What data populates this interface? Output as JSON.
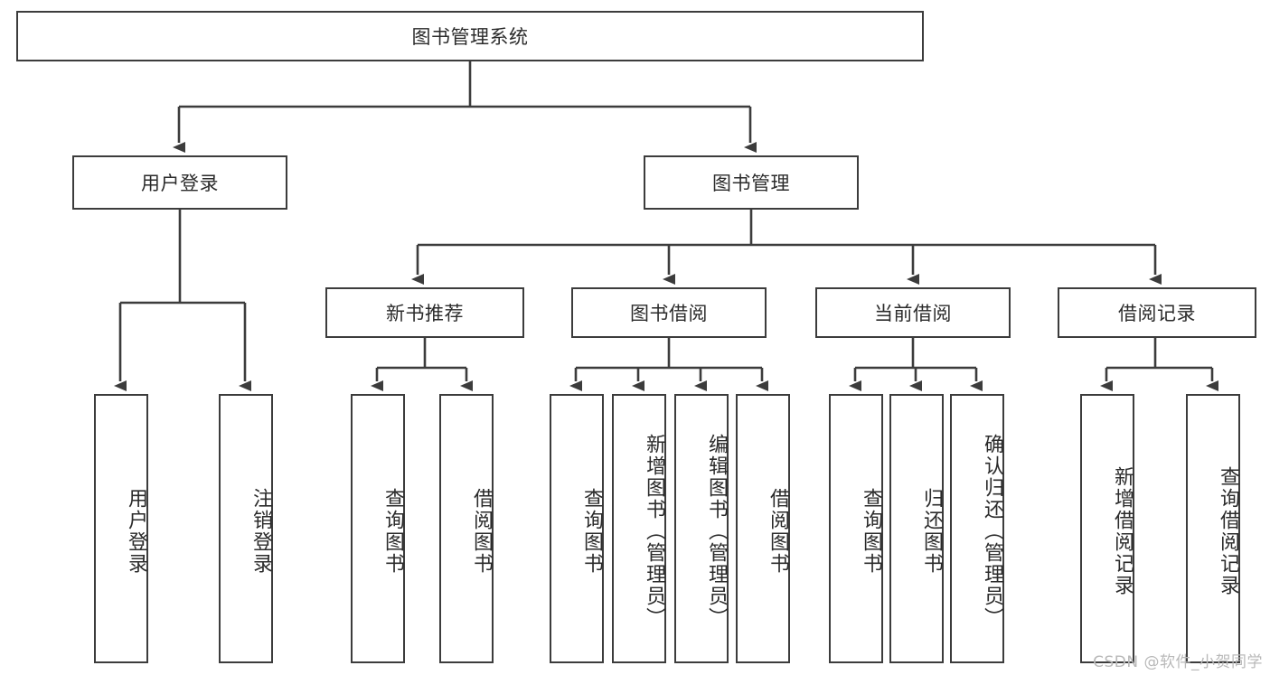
{
  "diagram": {
    "title": "图书管理系统",
    "type": "hierarchy-tree",
    "colors": {
      "background": "#ffffff",
      "border": "#3c3c3c",
      "text": "#2b2b2b",
      "watermark": "#b9b9b9"
    },
    "levels": {
      "root": {
        "label": "图书管理系统"
      },
      "level2": [
        {
          "label": "用户登录"
        },
        {
          "label": "图书管理"
        }
      ],
      "level3": [
        {
          "label": "新书推荐"
        },
        {
          "label": "图书借阅"
        },
        {
          "label": "当前借阅"
        },
        {
          "label": "借阅记录"
        }
      ],
      "leaves": [
        {
          "label": "用户登录",
          "parent": "用户登录"
        },
        {
          "label": "注销登录",
          "parent": "用户登录"
        },
        {
          "label": "查询图书",
          "parent": "新书推荐"
        },
        {
          "label": "借阅图书",
          "parent": "新书推荐"
        },
        {
          "label": "查询图书",
          "parent": "图书借阅"
        },
        {
          "label": "新增图书（管理员）",
          "parent": "图书借阅"
        },
        {
          "label": "编辑图书（管理员）",
          "parent": "图书借阅"
        },
        {
          "label": "借阅图书",
          "parent": "图书借阅"
        },
        {
          "label": "查询图书",
          "parent": "当前借阅"
        },
        {
          "label": "归还图书",
          "parent": "当前借阅"
        },
        {
          "label": "确认归还（管理员）",
          "parent": "当前借阅"
        },
        {
          "label": "新增借阅记录",
          "parent": "借阅记录"
        },
        {
          "label": "查询借阅记录",
          "parent": "借阅记录"
        }
      ]
    }
  },
  "watermark": {
    "text": "CSDN @软件_小贺同学"
  }
}
